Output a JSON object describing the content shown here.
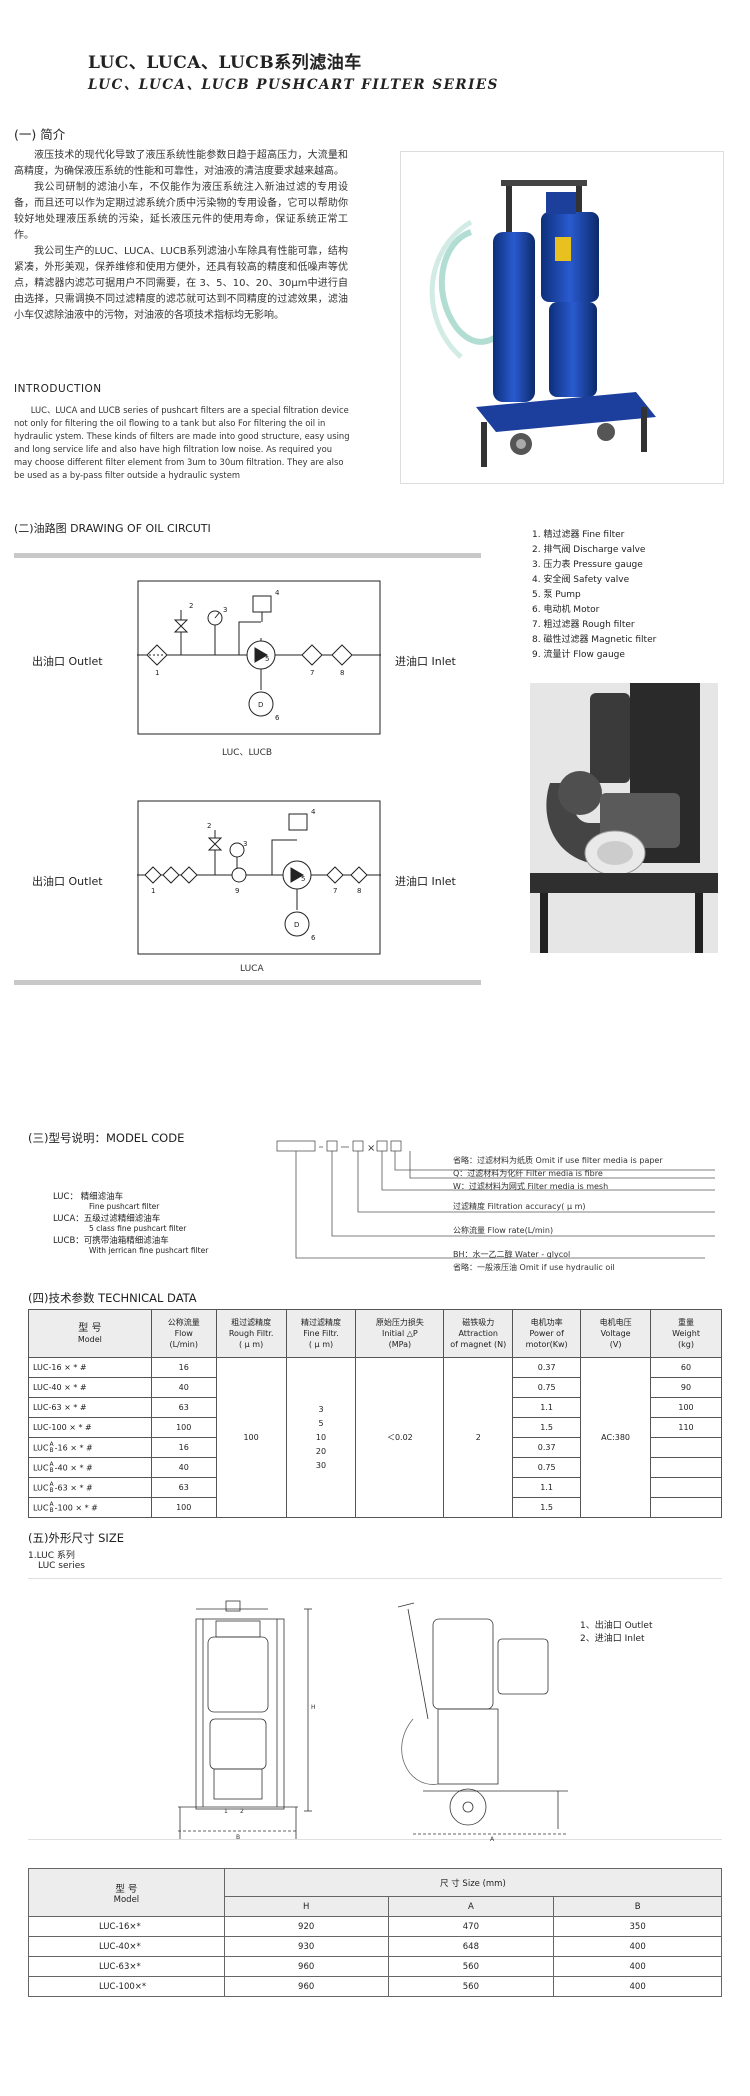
{
  "header": {
    "title_cn": "LUC、LUCA、LUCB系列滤油车",
    "title_en": "LUC、LUCA、LUCB PUSHCART FILTER SERIES"
  },
  "intro": {
    "heading": "(一) 简介",
    "paragraphs": [
      "液压技术的现代化导致了液压系统性能参数日趋于超高压力，大流量和高精度，为确保液压系统的性能和可靠性，对油液的清洁度要求越来越高。",
      "我公司研制的滤油小车，不仅能作为液压系统注入新油过滤的专用设备，而且还可以作为定期过滤系统介质中污染物的专用设备，它可以帮助你较好地处理液压系统的污染，延长液压元件的使用寿命，保证系统正常工作。",
      "我公司生产的LUC、LUCA、LUCB系列滤油小车除具有性能可靠，结构紧凑，外形美观，保养维修和使用方便外，还具有较高的精度和低噪声等优点，精滤器内滤芯可据用户不同需要，在 3、5、10、20、30μm中进行自由选择，只需调换不同过滤精度的滤芯就可达到不同精度的过滤效果，滤油小车仅滤除油液中的污物，对油液的各项技术指标均无影响。"
    ],
    "en_heading": "INTRODUCTION",
    "en_text": "LUC、LUCA and LUCB series of pushcart filters are a special filtration device not only for filtering the oil flowing to a tank but also For filtering the oil in hydraulic ystem. These kinds of filters are made into good structure, easy using and long service life and also have high filtration low noise. As required you may choose different filter element from 3um to 30um filtration. They are also be used as a by-pass filter outside a hydraulic system"
  },
  "circuit": {
    "heading": "(二)油路图  DRAWING OF OIL CIRCUTI",
    "outlet": "出油口  Outlet",
    "inlet": "进油口  Inlet",
    "caption1": "LUC、LUCB",
    "caption2": "LUCA",
    "legend": [
      "1.  精过滤器   Fine filter",
      "2.  排气阀  Discharge valve",
      "3.  压力表   Pressure gauge",
      "4.  安全阀   Safety valve",
      "5.  泵   Pump",
      "6.  电动机   Motor",
      "7.  粗过滤器   Rough filter",
      "8.  磁性过滤器   Magnetic filter",
      "9.  流量计   Flow gauge"
    ]
  },
  "model_code": {
    "heading": "(三)型号说明：MODEL CODE",
    "left": [
      {
        "cn": "LUC：  精细滤油车",
        "en": "Fine pushcart filter"
      },
      {
        "cn": "LUCA：五级过滤精细滤油车",
        "en": "5 class fine pushcart filter"
      },
      {
        "cn": "LUCB：可携带油箱精细滤油车",
        "en": "With jerrican fine pushcart filter"
      }
    ],
    "right": [
      "省略：过滤材料为纸质  Omit if use filter media is paper",
      "Q：过滤材料为化纤  Filter media is fibre",
      "W：过滤材料为网式  Filter media is mesh",
      "过滤精度  Filtration  accuracy( μ m)",
      "公称流量  Flow  rate(L/min)",
      "BH：水一乙二醇  Water - glycol",
      "省略：一般液压油  Omit if use hydraulic oil"
    ]
  },
  "tech": {
    "heading": "(四)技术参数  TECHNICAL  DATA",
    "columns": [
      [
        "型  号",
        "Model"
      ],
      [
        "公称流量",
        "Flow",
        "(L/min)"
      ],
      [
        "粗过滤精度",
        "Rough Filtr.",
        "( μ m)"
      ],
      [
        "精过滤精度",
        "Fine Filtr.",
        "( μ m)"
      ],
      [
        "原始压力损失",
        "Initial  △P",
        "(MPa)"
      ],
      [
        "磁铁吸力",
        "Attraction",
        "of magnet  (N)"
      ],
      [
        "电机功率",
        "Power of",
        "motor(Kw)"
      ],
      [
        "电机电压",
        "Voltage",
        "(V)"
      ],
      [
        "重量",
        "Weight",
        "(kg)"
      ]
    ],
    "models": [
      "LUC-16 × * #",
      "LUC-40 × * #",
      "LUC-63 × * #",
      "LUC-100 × * #",
      "LUC A/B -16 × * #",
      "LUC A/B -40 × * #",
      "LUC A/B -63 × * #",
      "LUC A/B -100 × * #"
    ],
    "model_display": [
      {
        "pre": "LUC-16 × * #",
        "sup": "",
        "sub": "",
        "post": ""
      },
      {
        "pre": "LUC-40 × * #",
        "sup": "",
        "sub": "",
        "post": ""
      },
      {
        "pre": "LUC-63 × * #",
        "sup": "",
        "sub": "",
        "post": ""
      },
      {
        "pre": "LUC-100 × * #",
        "sup": "",
        "sub": "",
        "post": ""
      },
      {
        "pre": "LUC",
        "sup": "A",
        "sub": "B",
        "post": "-16 × * #"
      },
      {
        "pre": "LUC",
        "sup": "A",
        "sub": "B",
        "post": "-40 × * #"
      },
      {
        "pre": "LUC",
        "sup": "A",
        "sub": "B",
        "post": "-63 × * #"
      },
      {
        "pre": "LUC",
        "sup": "A",
        "sub": "B",
        "post": "-100 × * #"
      }
    ],
    "flow": [
      "16",
      "40",
      "63",
      "100",
      "16",
      "40",
      "63",
      "100"
    ],
    "rough": "100",
    "fine": [
      "3",
      "5",
      "10",
      "20",
      "30"
    ],
    "pressure": "＜0.02",
    "attraction": "2",
    "power": [
      "0.37",
      "0.75",
      "1.1",
      "1.5",
      "0.37",
      "0.75",
      "1.1",
      "1.5"
    ],
    "voltage": "AC:380",
    "weight": [
      "60",
      "90",
      "100",
      "110",
      "",
      "",
      "",
      ""
    ]
  },
  "size": {
    "heading": "(五)外形尺寸  SIZE",
    "sub1": "1.LUC  系列",
    "sub2": "LUC  series",
    "legend": [
      "1、出油口  Outlet",
      "2、进油口  Inlet"
    ],
    "table_model": [
      "型  号",
      "Model"
    ],
    "table_dim": "尺        寸       Size (mm)",
    "cols": [
      "H",
      "A",
      "B"
    ],
    "rows": [
      {
        "model": "LUC-16×*",
        "H": "920",
        "A": "470",
        "B": "350"
      },
      {
        "model": "LUC-40×*",
        "H": "930",
        "A": "648",
        "B": "400"
      },
      {
        "model": "LUC-63×*",
        "H": "960",
        "A": "560",
        "B": "400"
      },
      {
        "model": "LUC-100×*",
        "H": "960",
        "A": "560",
        "B": "400"
      }
    ]
  }
}
